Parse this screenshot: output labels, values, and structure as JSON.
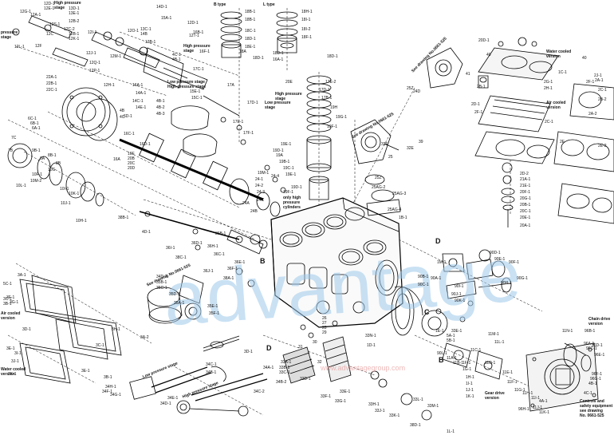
{
  "headers": {
    "b_type": "B type",
    "l_type": "L type"
  },
  "notes": {
    "high_pressure_stage": "High pressure\nstage",
    "pressure_stage_left": "pressure\nstage",
    "high_pressure_stage_mid": "High pressure\nstage",
    "low_pressure_stage": "Low pressure\nstage",
    "high_pressure_stage_17": "High pressure\nstage",
    "low_pressure_stage_17": "Low pressure\nstage",
    "low_high_pressure_stage": "Low pressure stage\nHigh pressure stage",
    "see_drawing_26": "See drawing No.0661-525",
    "see_drawing_25z": "See drawing No.0661-525",
    "see_drawing_25": "See drawing No.0661-525",
    "air_cooled_version_left": "Air cooled\nversion",
    "water_cooled_version_left": "Water cooled\nversion",
    "water_cooled_version_right": "Water cooled\nversion",
    "air_cooled_version_right": "Air cooled\nversion",
    "low_pressure_stage_34": "Low pressure stage",
    "high_pressure_stage_34": "High pressure stage",
    "gear_drive_version": "Gear drive\nversion",
    "chain_drive_version": "Chain drive\nversion",
    "controls_safety": "Controls and\nsafety equipment\nsee drawing\nNo. 0661-525",
    "only_high_pressure": "only high\npressure\ncylinders"
  },
  "section_letters": [
    "B",
    "C",
    "D",
    "D",
    "B"
  ],
  "watermark": {
    "text": "advantage",
    "url": "www.advantagegroup.com"
  },
  "part_labels": [
    "12D-1",
    "12E-1",
    "12G-1",
    "12A-1",
    "12S-1",
    "13D-1",
    "13E-1",
    "12B-1",
    "12C",
    "12F",
    "12I-1",
    "12K-1",
    "12J-1",
    "12M-1",
    "12H-1",
    "12L-1",
    "12O-1",
    "12B-2",
    "12C-2",
    "12Q-1",
    "12P-1",
    "14D-1",
    "15A-1",
    "13C-1",
    "14B",
    "13B-1",
    "12D-1",
    "12T-1",
    "16B-1",
    "16F-1",
    "18B-1",
    "18B-1",
    "18C-1",
    "18D-1",
    "18E-1",
    "18A",
    "18D-1",
    "18H-1",
    "18I-1",
    "18I-2",
    "18F-1",
    "18D-1",
    "16A-1",
    "18D-1",
    "22A-1",
    "22B-1",
    "22C-1",
    "4C-1",
    "4B-1",
    "17C-1",
    "17A",
    "17D-1",
    "17E-1",
    "17F-1",
    "15E-1",
    "15C-1",
    "16A-1",
    "14A-1",
    "14C-1",
    "14E-1",
    "4B-1",
    "4B-2",
    "4B-3",
    "4B",
    "4C",
    "6C-1",
    "6B-1",
    "6A-1",
    "6D-1",
    "16C-1",
    "16A",
    "16D-1",
    "7C",
    "7B",
    "9B-1",
    "8B-1",
    "8A",
    "8B",
    "10G",
    "10F-1",
    "10M-2",
    "10L-1",
    "10I-1",
    "10K-1",
    "10J-1",
    "10H-1",
    "10E",
    "20B",
    "20C",
    "20D",
    "20E",
    "17E-2",
    "17D-1",
    "17B-1",
    "19H",
    "19G-1",
    "19F-1",
    "19E-1",
    "19D-1",
    "19A",
    "19B-1",
    "19C-1",
    "19E-1",
    "19D-1",
    "19F-1",
    "19M-1",
    "24-1",
    "24-2",
    "24-3",
    "24-4",
    "24C",
    "24A",
    "24B",
    "24D",
    "25Z",
    "25",
    "25Z",
    "25AG-2",
    "25AG-3",
    "25AG-4",
    "1B-1",
    "1C-1",
    "2B-1",
    "2D-1",
    "2F-1",
    "2G-1",
    "2H-1",
    "2J-1",
    "2A-1",
    "2C-1",
    "2E",
    "2F-1",
    "2C-1",
    "2A-2",
    "2B-2",
    "2E-2",
    "2D-2",
    "21A-1",
    "21E-1",
    "20F-1",
    "20G-1",
    "20B-1",
    "20C-1",
    "20E-1",
    "20A-1",
    "20D-1",
    "40",
    "40",
    "41",
    "39",
    "32E",
    "32F",
    "33E-1",
    "5A-1",
    "5B-1",
    "5C-1",
    "3A-1",
    "3C-1",
    "3B-1",
    "3D-1",
    "3F-1",
    "3G-1",
    "3E-1",
    "3I-1",
    "3J-1",
    "3K-1",
    "3H-1",
    "3A-2",
    "3C-1",
    "3E-1",
    "3B-1",
    "3D-1",
    "34C-1",
    "34B-1",
    "34D-1",
    "34E-1",
    "34F-1",
    "34G-1",
    "34H-1",
    "34A-1",
    "34B-2",
    "34C-2",
    "34D-2",
    "35B-1",
    "35C-1",
    "35D-1",
    "35A-1",
    "35E-1",
    "35F-1",
    "26",
    "27",
    "28",
    "29",
    "30",
    "31",
    "32",
    "33A-1",
    "33B-1",
    "33C-1",
    "33D-1",
    "33E-1",
    "33F-1",
    "33G-1",
    "33H-1",
    "33J-1",
    "33K-1",
    "33L-1",
    "33M-1",
    "33N-1",
    "1D-1",
    "1E-1",
    "1F-1",
    "1G-1",
    "1H-1",
    "1I-1",
    "1J-1",
    "1K-1",
    "1L-1",
    "1M-1",
    "90A-1",
    "90B-1",
    "90C-1",
    "90D-1",
    "90E-1",
    "90F-1",
    "90G-1",
    "90H-1",
    "90I-1",
    "90J-1",
    "90K-1",
    "90L-1",
    "11A-1",
    "11B-1",
    "11C-1",
    "11D-1",
    "11E-1",
    "11F-1",
    "11G-1",
    "11H-1",
    "11I-1",
    "11J-1",
    "11K-1",
    "11L-1",
    "11M-1",
    "11N-1",
    "96A-1",
    "96B-1",
    "96C-1",
    "96D-1",
    "96E-1",
    "96F-1",
    "96G-1",
    "96H-1",
    "4A-1",
    "4B-1",
    "4C-1",
    "4D-1",
    "36B-1",
    "36C-1",
    "36D-1",
    "36E-1",
    "36F-1",
    "36H-1",
    "36I-1",
    "36J-1",
    "38A-1",
    "38B-1",
    "38C-1",
    "38D-1"
  ]
}
